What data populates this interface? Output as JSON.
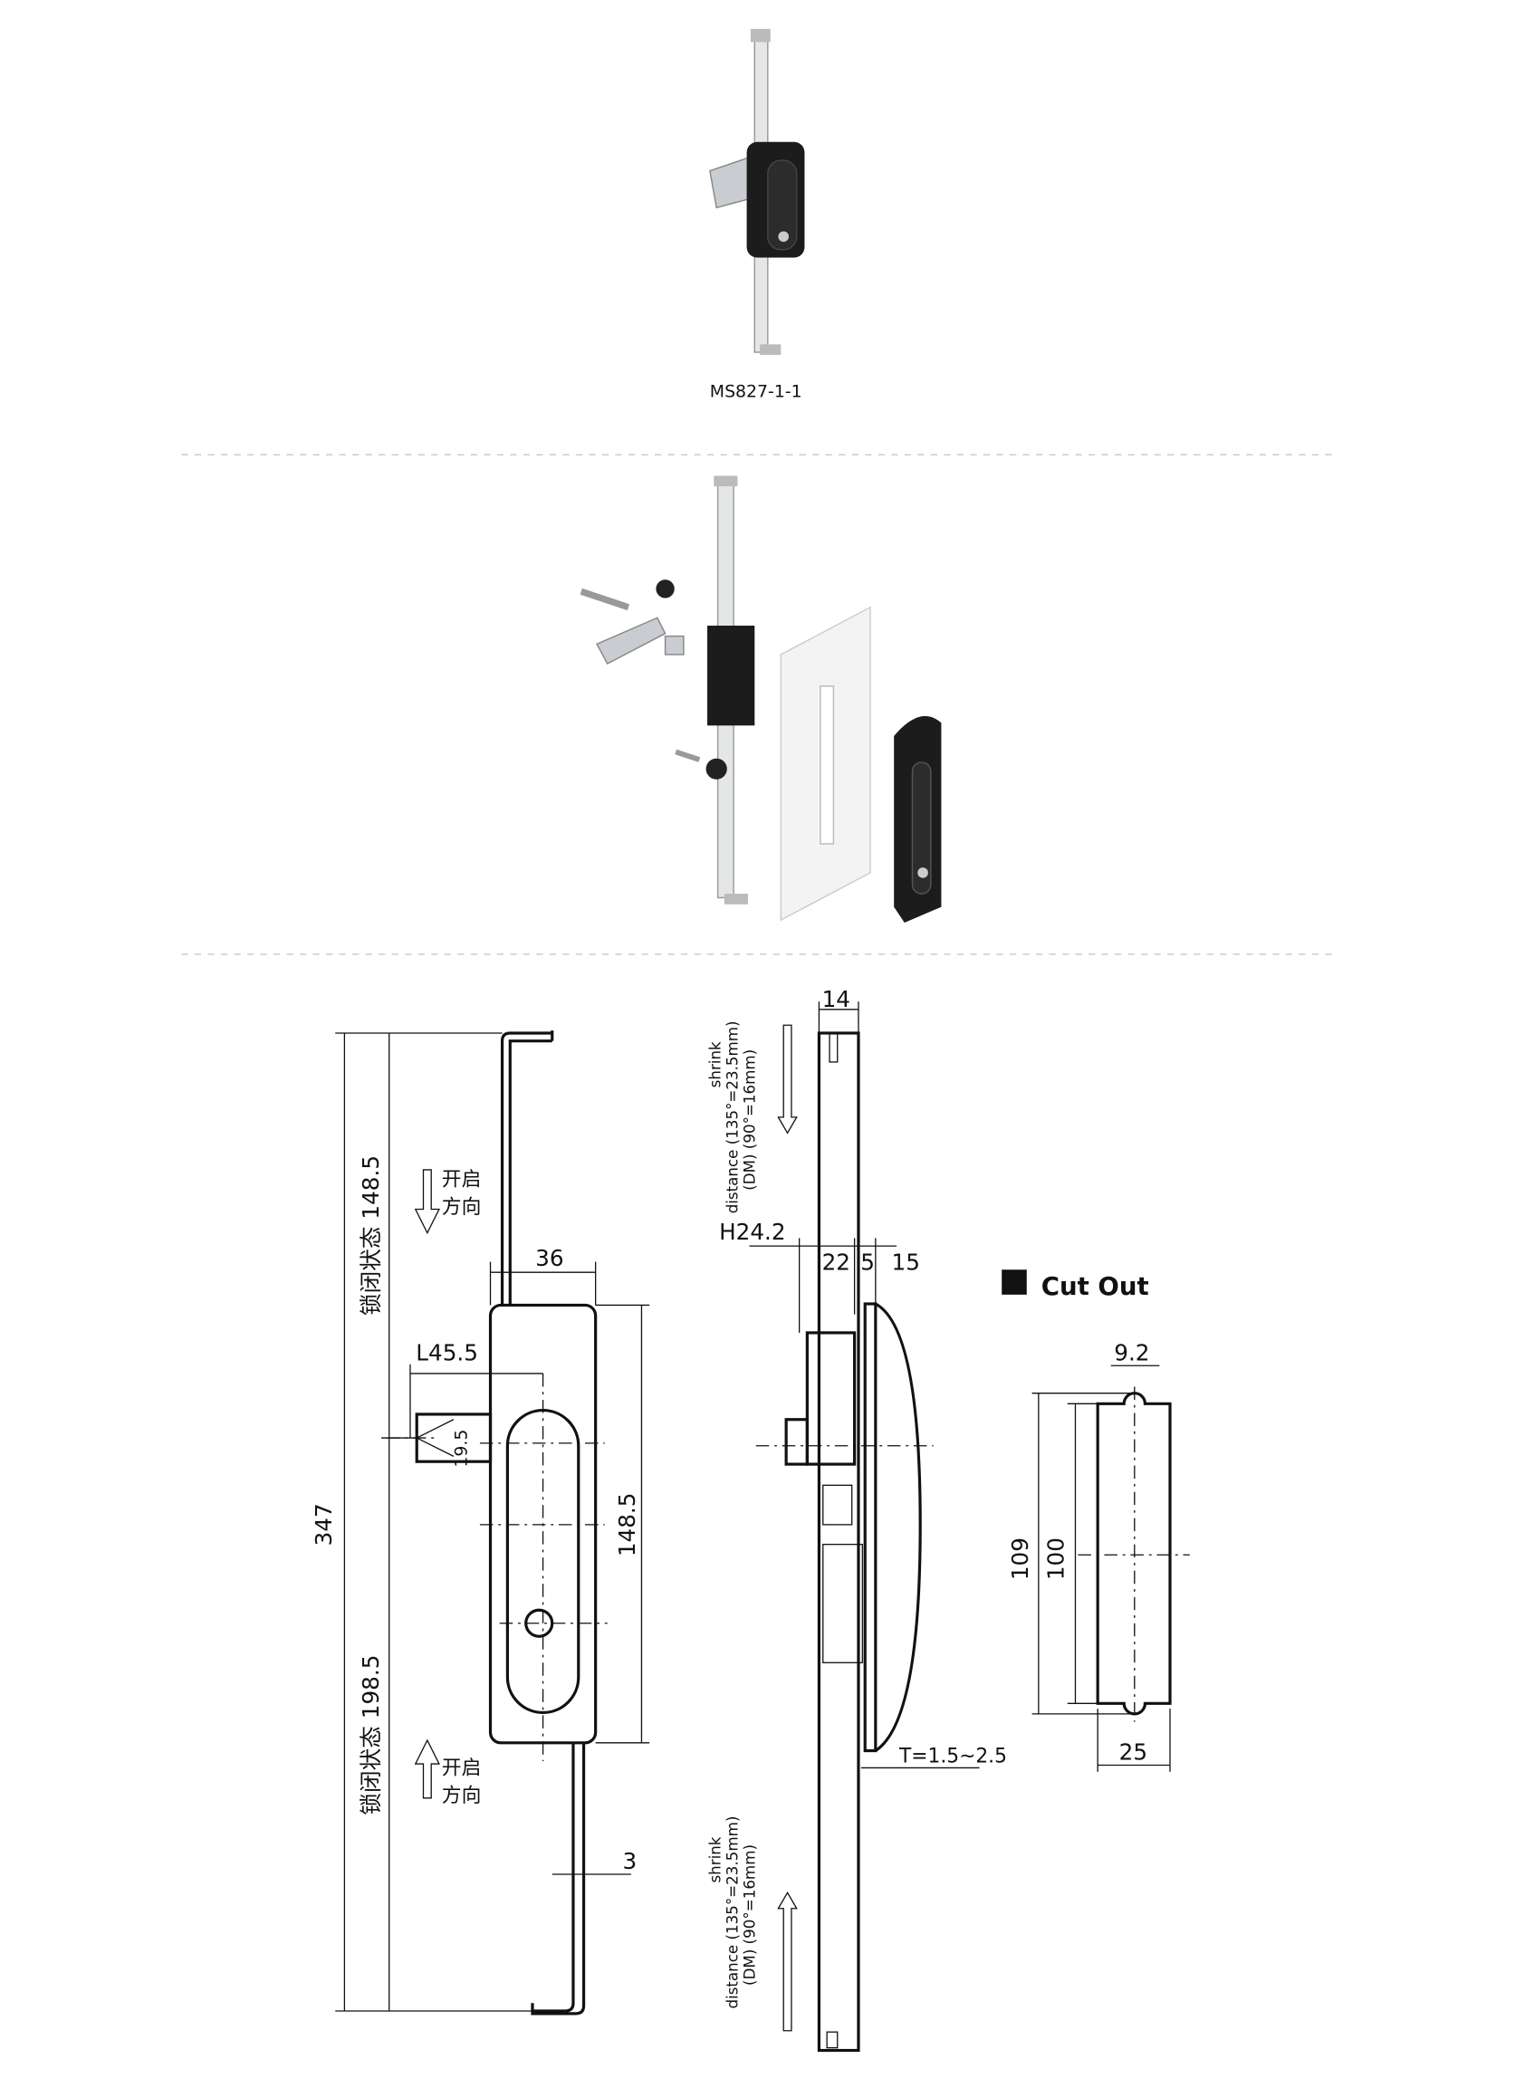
{
  "product": {
    "model": "MS827-1-1"
  },
  "drawing": {
    "front": {
      "dim_total": "347",
      "dim_upper": "锁闭状态 148.5",
      "dim_lower": "锁闭状态 198.5",
      "open_direction_line1": "开启",
      "open_direction_line2": "方向",
      "dim_width": "36",
      "dim_l": "L45.5",
      "dim_cam": "19.5",
      "dim_body": "148.5",
      "dim_rod": "3"
    },
    "side": {
      "dim_rod": "14",
      "shrink_line1": "shrink",
      "shrink_line2": "distance (135°=23.5mm)",
      "shrink_line3": "(DM)       (90°=16mm)",
      "dim_h": "H24.2",
      "dim_22": "22",
      "dim_5": "5",
      "dim_15": "15",
      "dim_t": "T=1.5~2.5"
    },
    "cutout": {
      "title": "Cut Out",
      "dim_top": "9.2",
      "dim_outer": "109",
      "dim_inner": "100",
      "dim_width": "25"
    }
  },
  "colors": {
    "line": "#111111",
    "divider": "#cccccc",
    "product_black": "#1c1c1c",
    "metal": "#d8dadc"
  }
}
